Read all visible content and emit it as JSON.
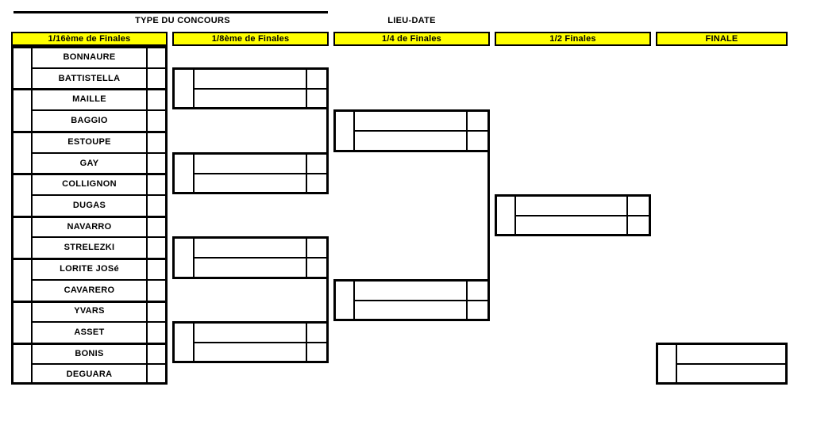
{
  "header": {
    "type_du_concours": "TYPE DU CONCOURS",
    "lieu_date": "LIEU-DATE"
  },
  "rounds": [
    {
      "label": "1/16ème de Finales"
    },
    {
      "label": "1/8ème de Finales"
    },
    {
      "label": "1/4 de Finales"
    },
    {
      "label": "1/2 Finales"
    },
    {
      "label": "FINALE"
    }
  ],
  "players": [
    "BONNAURE",
    "BATTISTELLA",
    "MAILLE",
    "BAGGIO",
    "ESTOUPE",
    "GAY",
    "COLLIGNON",
    "DUGAS",
    "NAVARRO",
    "STRELEZKI",
    "LORITE JOSé",
    "CAVARERO",
    "YVARS",
    "ASSET",
    "BONIS",
    "DEGUARA"
  ],
  "colors": {
    "header_bg": "#FFFF00",
    "line": "#000000",
    "page_bg": "#FFFFFF"
  }
}
